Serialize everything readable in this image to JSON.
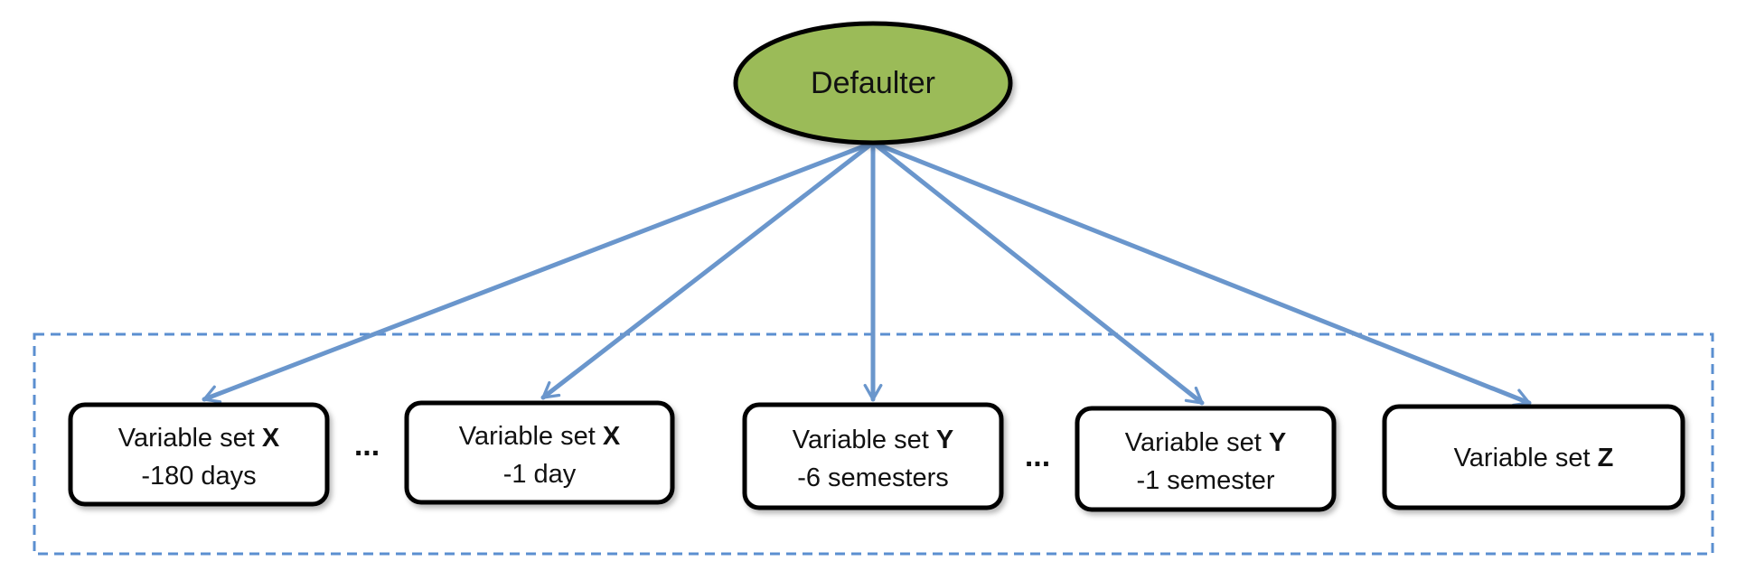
{
  "root": {
    "label": "Defaulter",
    "fill": "#9bbb59",
    "stroke": "#000000"
  },
  "group": {
    "border_color": "#5b8fd0"
  },
  "edge_color": "#6a96cc",
  "nodes": [
    {
      "prefix": "Variable set ",
      "bold": "X",
      "sub": "-180 days"
    },
    {
      "prefix": "Variable set ",
      "bold": "X",
      "sub": "-1 day"
    },
    {
      "prefix": "Variable set ",
      "bold": "Y",
      "sub": "-6 semesters"
    },
    {
      "prefix": "Variable set ",
      "bold": "Y",
      "sub": "-1 semester"
    },
    {
      "prefix": "Variable set ",
      "bold": "Z",
      "sub": ""
    }
  ],
  "ellipses": [
    "...",
    "..."
  ]
}
